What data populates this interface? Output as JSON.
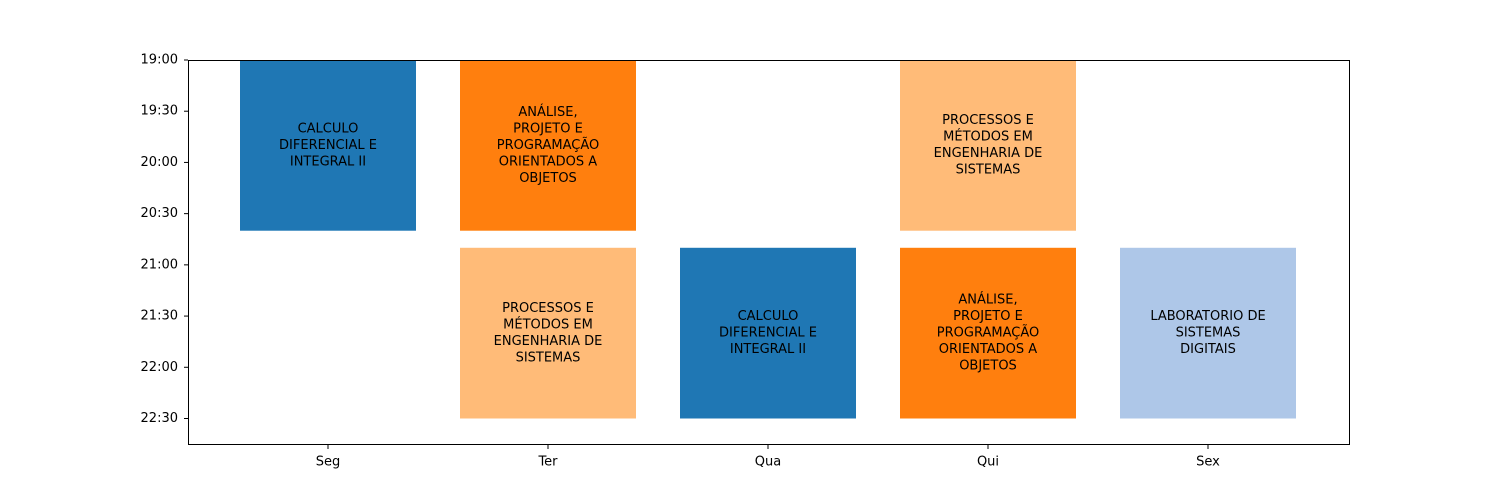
{
  "chart_data": {
    "type": "timetable",
    "title": "",
    "xlabel": "",
    "ylabel": "",
    "categories": [
      "Seg",
      "Ter",
      "Qua",
      "Qui",
      "Sex"
    ],
    "y_ticks": [
      "19:00",
      "19:30",
      "20:00",
      "20:30",
      "21:00",
      "21:30",
      "22:00",
      "22:30"
    ],
    "ylim_minutes": [
      1140,
      1362
    ],
    "grid": false,
    "colors": {
      "calculo": "#1f77b4",
      "analise": "#ff7f0e",
      "processos": "#ffbb78",
      "laboratorio": "#aec7e8"
    },
    "blocks": [
      {
        "day": "Seg",
        "start": "19:00",
        "end": "20:40",
        "lines": [
          "CALCULO",
          "DIFERENCIAL E",
          "INTEGRAL II"
        ],
        "color": "#1f77b4"
      },
      {
        "day": "Ter",
        "start": "19:00",
        "end": "20:40",
        "lines": [
          "ANÁLISE,",
          "PROJETO E",
          "PROGRAMAÇÃO",
          "ORIENTADOS A",
          "OBJETOS"
        ],
        "color": "#ff7f0e"
      },
      {
        "day": "Qui",
        "start": "19:00",
        "end": "20:40",
        "lines": [
          "PROCESSOS E",
          "MÉTODOS EM",
          "ENGENHARIA DE",
          "SISTEMAS"
        ],
        "color": "#ffbb78"
      },
      {
        "day": "Ter",
        "start": "20:50",
        "end": "22:30",
        "lines": [
          "PROCESSOS E",
          "MÉTODOS EM",
          "ENGENHARIA DE",
          "SISTEMAS"
        ],
        "color": "#ffbb78"
      },
      {
        "day": "Qua",
        "start": "20:50",
        "end": "22:30",
        "lines": [
          "CALCULO",
          "DIFERENCIAL E",
          "INTEGRAL II"
        ],
        "color": "#1f77b4"
      },
      {
        "day": "Qui",
        "start": "20:50",
        "end": "22:30",
        "lines": [
          "ANÁLISE,",
          "PROJETO E",
          "PROGRAMAÇÃO",
          "ORIENTADOS A",
          "OBJETOS"
        ],
        "color": "#ff7f0e"
      },
      {
        "day": "Sex",
        "start": "20:50",
        "end": "22:30",
        "lines": [
          "LABORATORIO DE",
          "SISTEMAS",
          "DIGITAIS"
        ],
        "color": "#aec7e8"
      }
    ]
  }
}
